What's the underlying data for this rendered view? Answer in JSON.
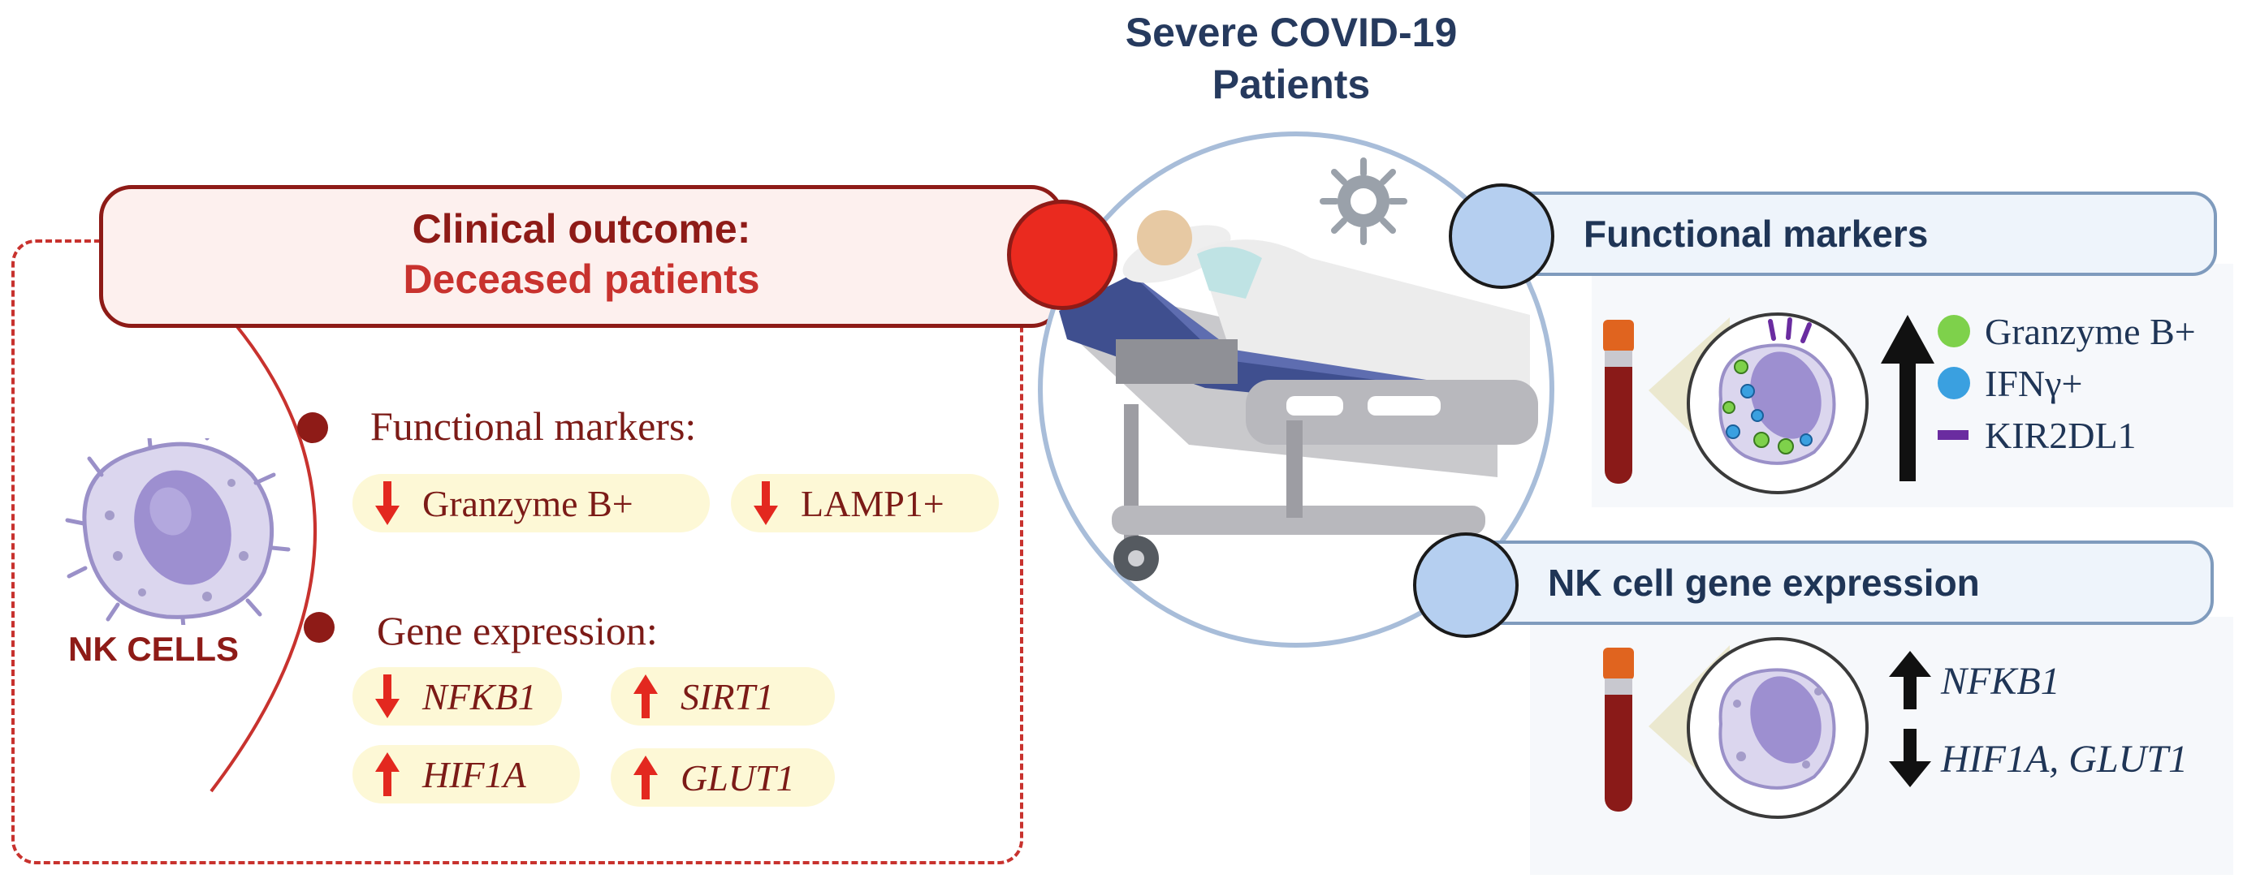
{
  "header": {
    "line1": "Severe COVID-19",
    "line2": "Patients"
  },
  "outcome": {
    "line1": "Clinical outcome:",
    "line2": "Deceased patients"
  },
  "left": {
    "cell_label": "NK CELLS",
    "functional": {
      "title": "Functional markers:",
      "items": [
        {
          "label": "Granzyme B+",
          "direction": "down"
        },
        {
          "label": "LAMP1+",
          "direction": "down"
        }
      ]
    },
    "genes": {
      "title": "Gene expression:",
      "items": [
        {
          "label": "NFKB1",
          "direction": "down"
        },
        {
          "label": "SIRT1",
          "direction": "up"
        },
        {
          "label": "HIF1A",
          "direction": "up"
        },
        {
          "label": "GLUT1",
          "direction": "up"
        }
      ]
    }
  },
  "right": {
    "functional": {
      "title": "Functional markers",
      "direction": "up",
      "legend": [
        {
          "label": "Granzyme B+",
          "marker": "circle",
          "color": "#7ed14b"
        },
        {
          "label": "IFNγ+",
          "marker": "circle",
          "color": "#3aa0e0"
        },
        {
          "label": "KIR2DL1",
          "marker": "bar",
          "color": "#6a2ca0"
        }
      ]
    },
    "genes": {
      "title": "NK cell gene expression",
      "items": [
        {
          "label": "NFKB1",
          "direction": "up"
        },
        {
          "label": "HIF1A, GLUT1",
          "direction": "down"
        }
      ]
    }
  },
  "colors": {
    "dark_red": "#8e1b17",
    "red": "#c8322e",
    "navy": "#1f3556",
    "light_blue": "#b5cff0",
    "pill_yellow": "#fdf8d6"
  }
}
